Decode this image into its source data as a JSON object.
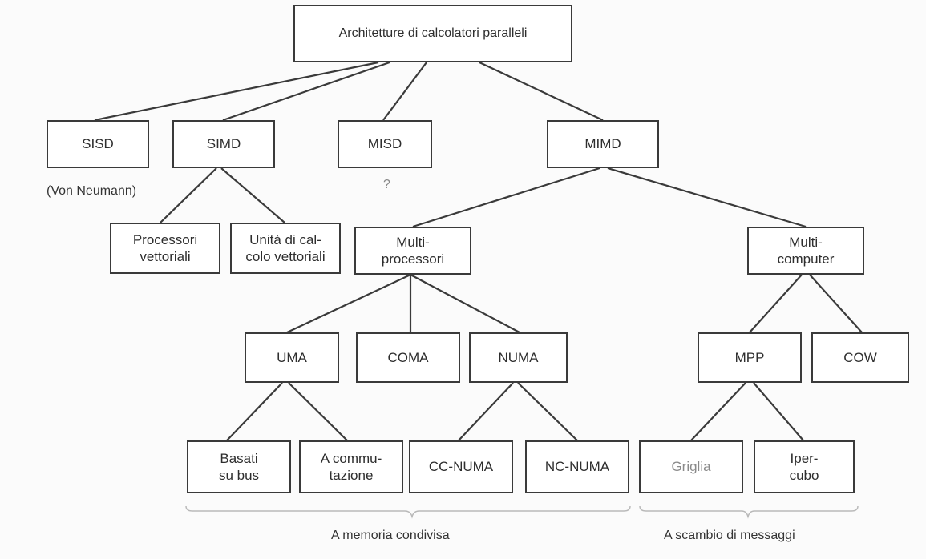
{
  "diagram": {
    "root": "Architetture di calcolatori paralleli",
    "level1": {
      "sisd": "SISD",
      "simd": "SIMD",
      "misd": "MISD",
      "mimd": "MIMD"
    },
    "sisd_note": "(Von Neumann)",
    "misd_note": "?",
    "simd_children": {
      "vector_processors": "Processori\nvettoriali",
      "array_processors": "Unità di cal-\ncolo vettoriali"
    },
    "mimd_children": {
      "multiprocessors": "Multi-\nprocessori",
      "multicomputers": "Multi-\ncomputer"
    },
    "multiprocessor_children": {
      "uma": "UMA",
      "coma": "COMA",
      "numa": "NUMA"
    },
    "multicomputer_children": {
      "mpp": "MPP",
      "cow": "COW"
    },
    "uma_children": {
      "bus": "Basati\nsu bus",
      "switched": "A commu-\ntazione"
    },
    "numa_children": {
      "cc_numa": "CC-NUMA",
      "nc_numa": "NC-NUMA"
    },
    "mpp_children": {
      "grid": "Griglia",
      "hypercube": "Iper-\ncubo"
    },
    "group_labels": {
      "shared_memory": "A memoria condivisa",
      "message_passing": "A scambio di messaggi"
    }
  }
}
